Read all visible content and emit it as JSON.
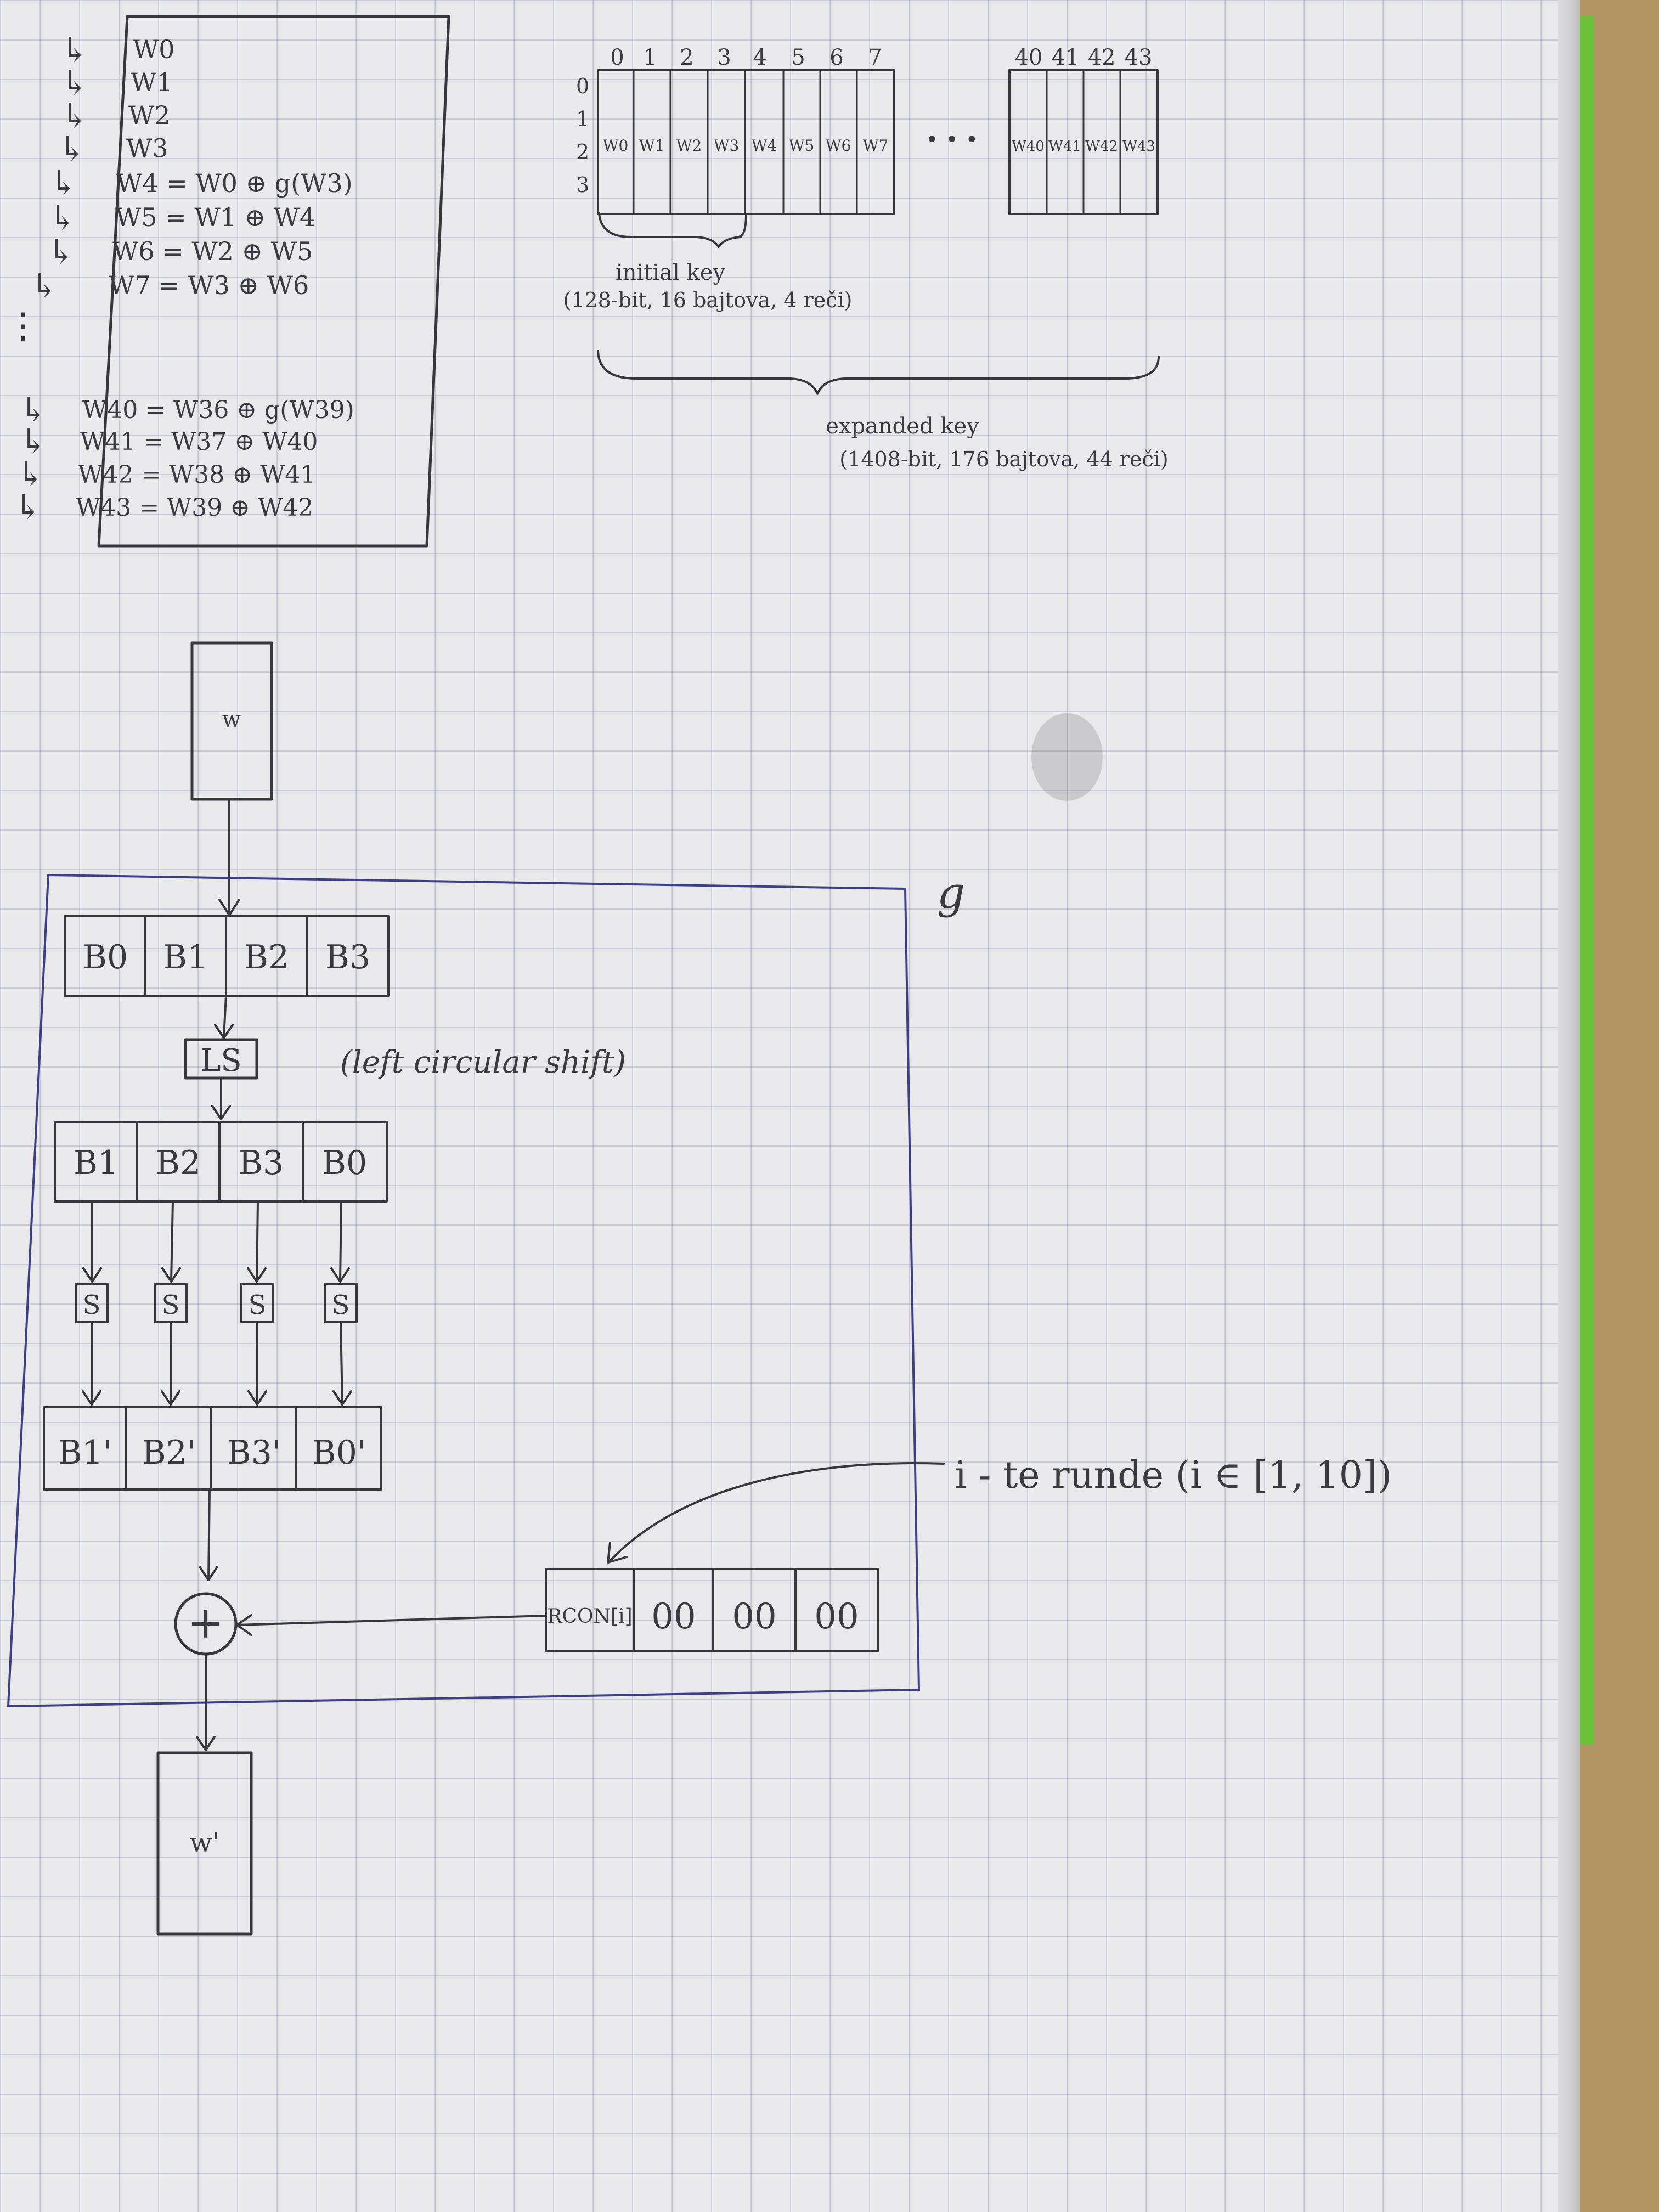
{
  "schedule": {
    "lines": [
      "W0",
      "W1",
      "W2",
      "W3",
      "W4 = W0 ⊕ g(W3)",
      "W5 = W1 ⊕ W4",
      "W6 = W2 ⊕ W5",
      "W7 = W3 ⊕ W6",
      "W40 = W36 ⊕ g(W39)",
      "W41 = W37 ⊕ W40",
      "W42 = W38 ⊕ W41",
      "W43 = W39 ⊕ W42"
    ],
    "ellipsis": "⋮",
    "arrow": "↳"
  },
  "key_array": {
    "column_numbers": [
      "0",
      "1",
      "2",
      "3",
      "4",
      "5",
      "6",
      "7",
      "40",
      "41",
      "42",
      "43"
    ],
    "row_numbers": [
      "0",
      "1",
      "2",
      "3"
    ],
    "words": [
      "W0",
      "W1",
      "W2",
      "W3",
      "W4",
      "W5",
      "W6",
      "W7",
      "W40",
      "W41",
      "W42",
      "W43"
    ],
    "dots": "• • •",
    "initial_key_label": "initial key",
    "initial_key_note": "(128-bit, 16 bajtova, 4 reči)",
    "expanded_key_label": "expanded key",
    "expanded_key_note": "(1408-bit, 176 bajtova, 44 reči)"
  },
  "g_function": {
    "label": "g",
    "input": "w",
    "bytes_in": [
      "B0",
      "B1",
      "B2",
      "B3"
    ],
    "ls_label": "LS",
    "ls_note": "(left circular shift)",
    "bytes_shifted": [
      "B1",
      "B2",
      "B3",
      "B0"
    ],
    "sbox_label": "S",
    "bytes_sub": [
      "B1'",
      "B2'",
      "B3'",
      "B0'"
    ],
    "xor_symbol": "+",
    "rcon_label": "RCON[i]",
    "rcon_zeros": [
      "00",
      "00",
      "00"
    ],
    "round_note": "i - te runde (i ∈ [1, 10])",
    "output": "w'"
  },
  "colors": {
    "paper": "#e9e8ea",
    "grid": "#9aa2b8",
    "pencil": "#3a3a40",
    "blue_box": "#3d3f86",
    "cover_green": "#6cc33a",
    "table": "#b89a72"
  }
}
